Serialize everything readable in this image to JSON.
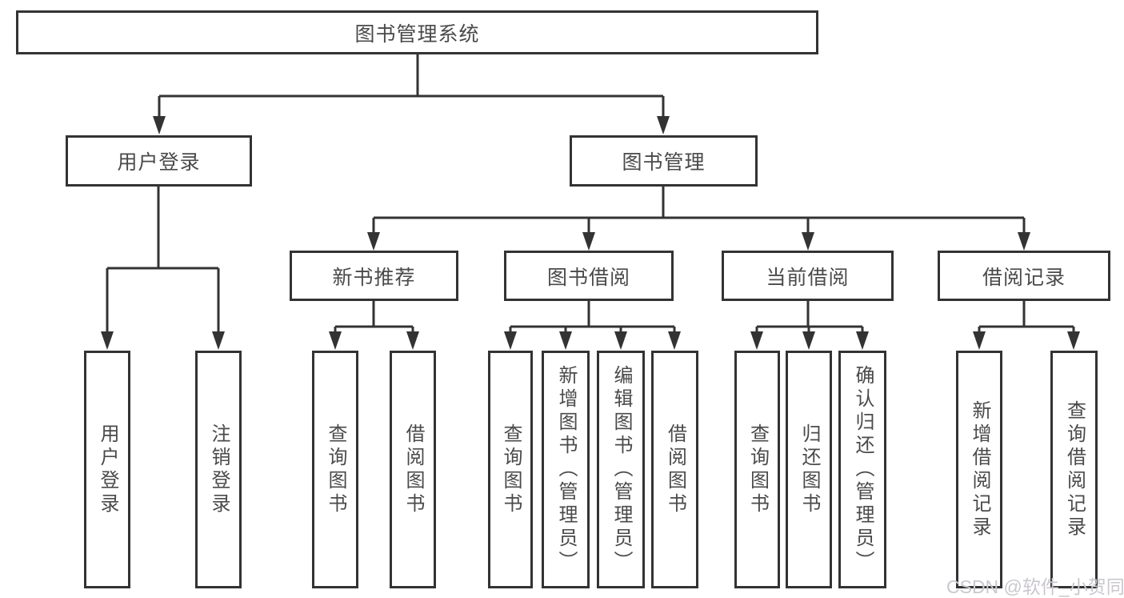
{
  "tree": {
    "root": {
      "label": "图书管理系统"
    },
    "branches": [
      {
        "label": "用户登录",
        "children": [
          {
            "label": "用户登录"
          },
          {
            "label": "注销登录"
          }
        ]
      },
      {
        "label": "图书管理",
        "children": [
          {
            "label": "新书推荐",
            "children": [
              {
                "label": "查询图书"
              },
              {
                "label": "借阅图书"
              }
            ]
          },
          {
            "label": "图书借阅",
            "children": [
              {
                "label": "查询图书"
              },
              {
                "label": "新增图书（管理员）"
              },
              {
                "label": "编辑图书（管理员）"
              },
              {
                "label": "借阅图书"
              }
            ]
          },
          {
            "label": "当前借阅",
            "children": [
              {
                "label": "查询图书"
              },
              {
                "label": "归还图书"
              },
              {
                "label": "确认归还（管理员）"
              }
            ]
          },
          {
            "label": "借阅记录",
            "children": [
              {
                "label": "新增借阅记录"
              },
              {
                "label": "查询借阅记录"
              }
            ]
          }
        ]
      }
    ]
  },
  "watermark": {
    "text": "CSDN @软件_小贺同学"
  },
  "colors": {
    "line": "#333333",
    "text": "#4a4a4a",
    "watermark": "#cac7ce",
    "background": "#ffffff"
  }
}
